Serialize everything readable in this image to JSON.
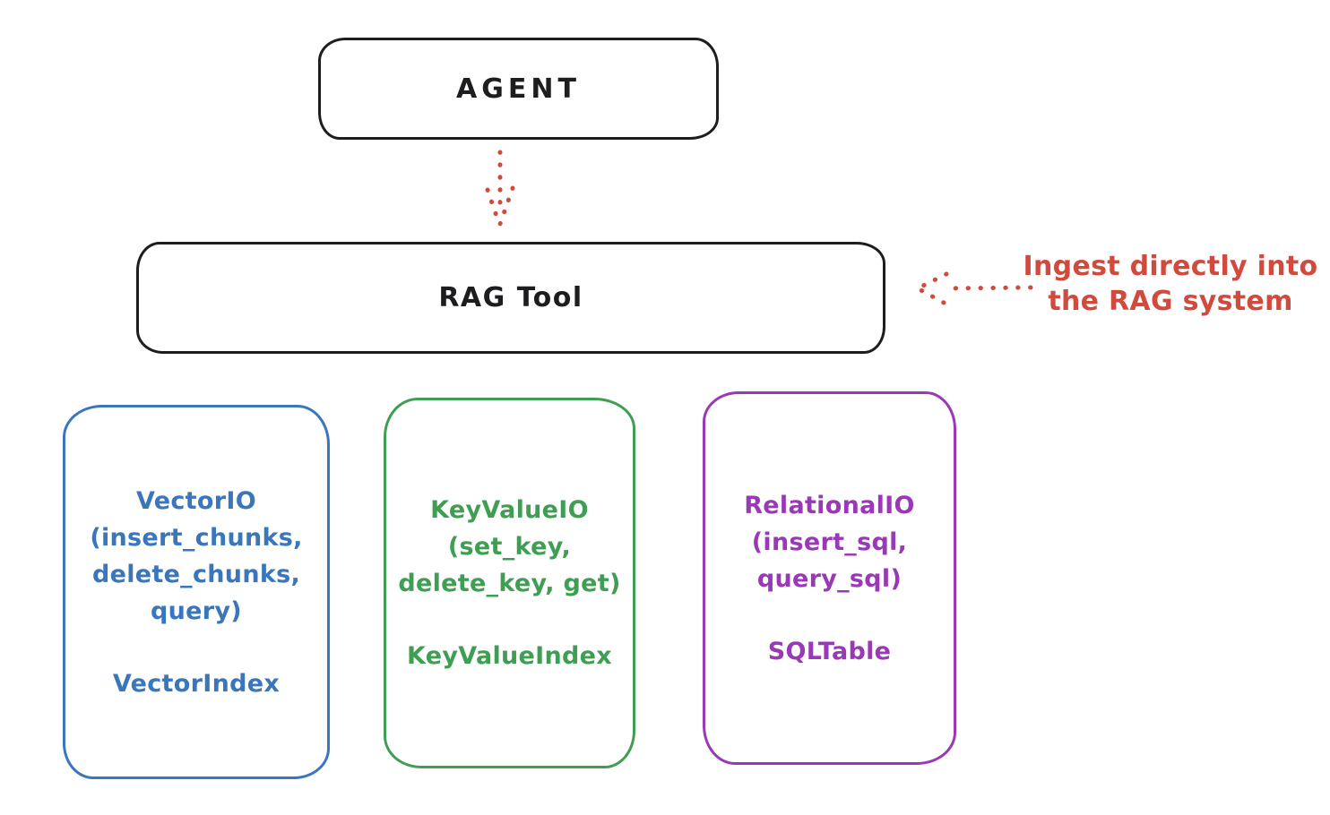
{
  "colors": {
    "ink": "#1d1d1f",
    "blue": "#3a76bb",
    "green": "#3f9e53",
    "purple": "#9939b5",
    "red": "#d04b3e",
    "background": "#ffffff"
  },
  "nodes": {
    "agent": {
      "label": "AGENT"
    },
    "rag_tool": {
      "label": "RAG Tool"
    }
  },
  "annotation": {
    "text": "Ingest directly into\nthe RAG system"
  },
  "boxes": [
    {
      "title": "VectorIO",
      "ops": "(insert_chunks,\ndelete_chunks,\nquery)",
      "index": "VectorIndex",
      "color": "#3a76bb"
    },
    {
      "title": "KeyValueIO",
      "ops": "(set_key,\ndelete_key, get)",
      "index": "KeyValueIndex",
      "color": "#3f9e53"
    },
    {
      "title": "RelationalIO",
      "ops": "(insert_sql,\nquery_sql)",
      "index": "SQLTable",
      "color": "#9939b5"
    }
  ]
}
